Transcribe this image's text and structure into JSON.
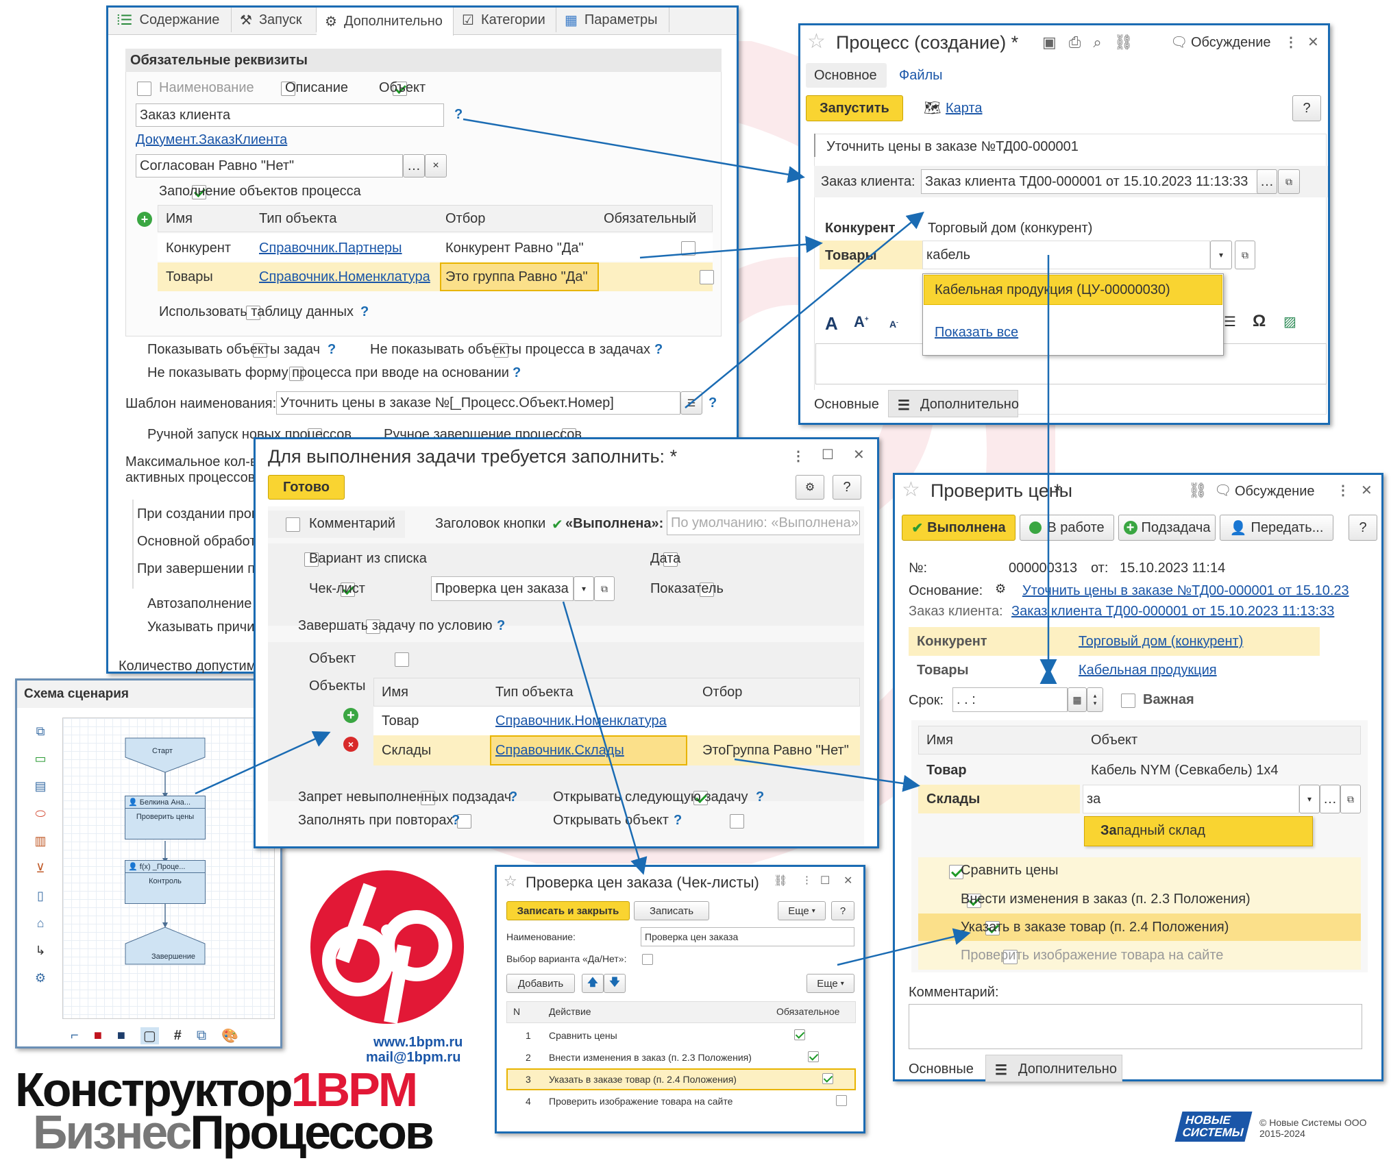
{
  "w1": {
    "tabs": [
      "Содержание",
      "Запуск",
      "Дополнительно",
      "Категории",
      "Параметры"
    ],
    "section": "Обязательные реквизиты",
    "cb_name": "Наименование",
    "cb_desc": "Описание",
    "cb_obj": "Объект",
    "object_value": "Заказ клиента",
    "doc_link": "Документ.ЗаказКлиента",
    "filter_value": "Согласован Равно \"Нет\"",
    "fill_objects": "Заполнение объектов процесса",
    "cols": [
      "Имя",
      "Тип объекта",
      "Отбор",
      "Обязательный"
    ],
    "rows": [
      {
        "name": "Конкурент",
        "type": "Справочник.Партнеры",
        "filter": "Конкурент Равно \"Да\""
      },
      {
        "name": "Товары",
        "type": "Справочник.Номенклатура",
        "filter": "Это группа Равно \"Да\""
      }
    ],
    "use_table": "Использовать таблицу данных",
    "show_task_obj": "Показывать объекты задач",
    "no_show_proc_obj": "Не показывать объекты процесса в задачах",
    "no_show_form": "Не показывать форму процесса при вводе на основании",
    "template_label": "Шаблон наименования:",
    "template_value": "Уточнить цены в заказе №[_Процесс.Объект.Номер]",
    "manual_start": "Ручной запуск новых процессов",
    "manual_end": "Ручное завершение процессов",
    "max_label_1": "Максимальное кол-в",
    "max_label_2": "активных процессов:",
    "at_create": "При создании проц",
    "main_proc": "Основной обработ",
    "at_finish": "При завершении пр",
    "autofill": "Автозаполнение",
    "specify_reason": "Указывать причи",
    "count_allowed": "Количество допустим"
  },
  "w2": {
    "title": "Процесс (создание) *",
    "discussion": "Обсуждение",
    "tab_main": "Основное",
    "tab_files": "Файлы",
    "run": "Запустить",
    "map": "Карта",
    "help": "?",
    "subject": "Уточнить цены в заказе №ТД00-000001",
    "order_label": "Заказ клиента:",
    "order_value": "Заказ клиента ТД00-000001 от 15.10.2023 11:13:33",
    "competitor_label": "Конкурент",
    "competitor_value": "Торговый дом (конкурент)",
    "goods_label": "Товары",
    "goods_value": "кабель",
    "dd_item": "Кабельная продукция (ЦУ-00000030)",
    "dd_showall": "Показать все",
    "omega": "Ω",
    "bottom_main": "Основные",
    "bottom_extra": "Дополнительно"
  },
  "w3": {
    "title": "Для выполнения задачи требуется заполнить: *",
    "ready": "Готово",
    "help": "?",
    "comment": "Комментарий",
    "btn_caption_label": "Заголовок кнопки",
    "btn_caption_value": "«Выполнена»:",
    "btn_caption_placeholder": "По умолчанию: «Выполнена»",
    "variant": "Вариант из списка",
    "date": "Дата",
    "checklist": "Чек-лист",
    "checklist_value": "Проверка цен заказа",
    "indicator": "Показатель",
    "finish_cond": "Завершать задачу по условию",
    "object": "Объект",
    "objects": "Объекты",
    "cols": [
      "Имя",
      "Тип объекта",
      "Отбор"
    ],
    "rows": [
      {
        "name": "Товар",
        "type": "Справочник.Номенклатура",
        "filter": ""
      },
      {
        "name": "Склады",
        "type": "Справочник.Склады",
        "filter": "ЭтоГруппа Равно \"Нет\""
      }
    ],
    "forbid_sub": "Запрет невыполненных подзадач",
    "open_next": "Открывать следующую задачу",
    "fill_repeat": "Заполнять при повторах",
    "open_obj": "Открывать объект"
  },
  "w4": {
    "title": "Проверить цены",
    "discussion": "Обсуждение",
    "done": "Выполнена",
    "in_work": "В работе",
    "subtask": "Подзадача",
    "transfer": "Передать...",
    "help": "?",
    "num_label": "№:",
    "num_value": "000000313",
    "from_label": "от:",
    "from_value": "15.10.2023 11:14",
    "basis_label": "Основание:",
    "basis_value": "Уточнить цены в заказе №ТД00-000001 от 15.10.23",
    "order_label": "Заказ клиента:",
    "order_value": "Заказ клиента ТД00-000001 от 15.10.2023 11:13:33",
    "competitor_label": "Конкурент",
    "competitor_value": "Торговый дом (конкурент)",
    "goods_label": "Товары",
    "goods_value": "Кабельная продукция",
    "due_label": "Срок:",
    "due_value": ".   .       :",
    "important": "Важная",
    "col_name": "Имя",
    "col_obj": "Объект",
    "row1_name": "Товар",
    "row1_value": "Кабель NYM (Севкабель) 1x4",
    "row2_name": "Склады",
    "row2_value": "за",
    "dd_item_pre": "За",
    "dd_item_rest": "падный склад",
    "checks": [
      "Сравнить цены",
      "Внести изменения в заказ (п. 2.3 Положения)",
      "Указать в заказе товар (п. 2.4 Положения)",
      "Проверить изображение товара на сайте"
    ],
    "comment_label": "Комментарий:",
    "bottom_main": "Основные",
    "bottom_extra": "Дополнительно"
  },
  "w5": {
    "title": "Проверка цен заказа (Чек-листы)",
    "save_close": "Записать и закрыть",
    "save": "Записать",
    "more": "Еще",
    "help": "?",
    "name_label": "Наименование:",
    "name_value": "Проверка цен заказа",
    "yesno_label": "Выбор варианта «Да/Нет»:",
    "add": "Добавить",
    "cols": [
      "N",
      "Действие",
      "Обязательное"
    ],
    "rows": [
      {
        "n": "1",
        "action": "Сравнить цены"
      },
      {
        "n": "2",
        "action": "Внести изменения в заказ (п. 2.3 Положения)"
      },
      {
        "n": "3",
        "action": "Указать в заказе товар (п. 2.4 Положения)"
      },
      {
        "n": "4",
        "action": "Проверить изображение товара на сайте"
      }
    ]
  },
  "scheme": {
    "title": "Схема сценария",
    "start": "Старт",
    "node1_user": "Белкина Ана...",
    "node1_label": "Проверить цены",
    "node2_user": "f(x) _Проце...",
    "node2_label": "Контроль",
    "end": "Завершение"
  },
  "branding": {
    "site": "www.1bpm.ru",
    "mail": "mail@1bpm.ru",
    "title_a": "Конструктор",
    "title_b": "1BPM",
    "title_c": "Бизнес",
    "title_d": "Процессов",
    "ns_1": "НОВЫЕ",
    "ns_2": "СИСТЕМЫ",
    "copyright_1": "© Новые Системы ООО",
    "copyright_2": "2015-2024",
    "red": "#e21836"
  }
}
